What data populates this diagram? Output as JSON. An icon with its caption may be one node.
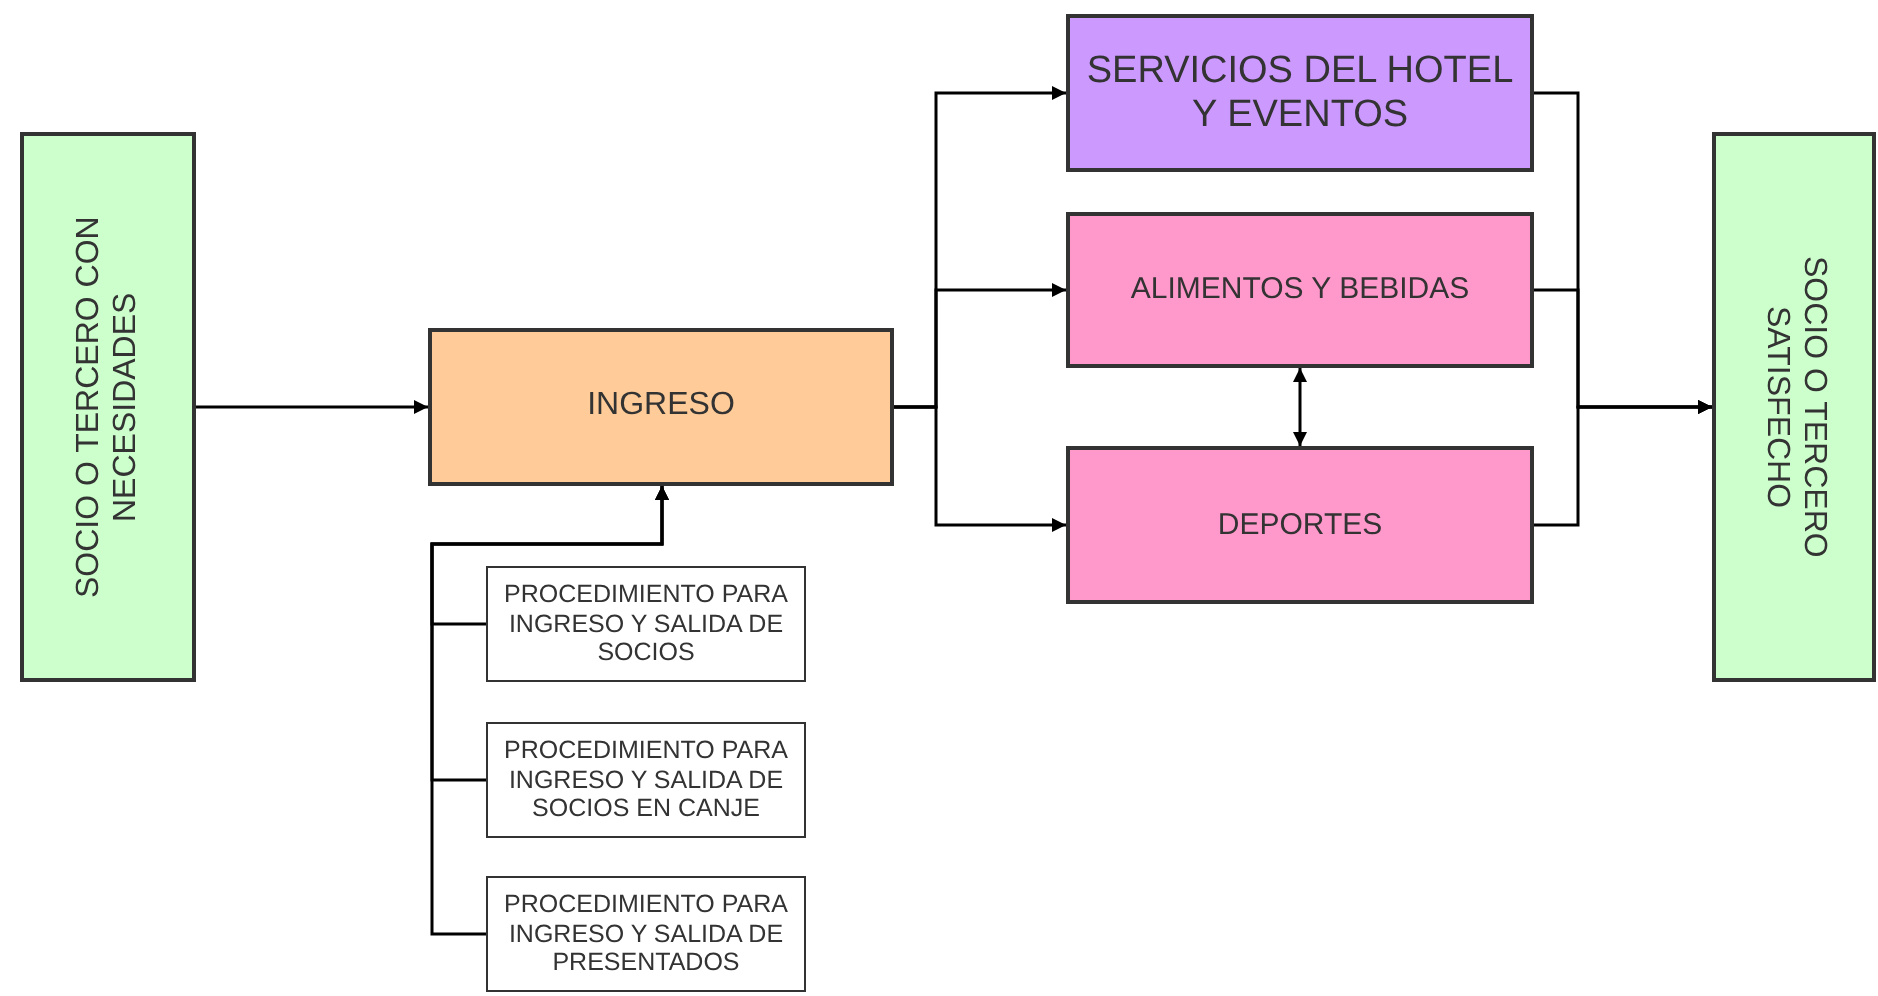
{
  "diagram": {
    "nodes": [
      {
        "text": [
          "SOCIO O TERCERO CON NECESIDADES"
        ]
      },
      {
        "text": [
          "INGRESO"
        ]
      },
      {
        "text": [
          "SERVICIOS DEL HOTEL Y EVENTOS"
        ]
      },
      {
        "text": [
          "ALIMENTOS Y BEBIDAS"
        ]
      },
      {
        "text": [
          "DEPORTES"
        ]
      },
      {
        "text": [
          "SOCIO O TERCERO SATISFECHO"
        ]
      },
      {
        "text": [
          "PROCEDIMIENTO PARA INGRESO Y SALIDA DE SOCIOS"
        ]
      },
      {
        "text": [
          "PROCEDIMIENTO PARA INGRESO Y SALIDA DE SOCIOS EN CANJE"
        ]
      },
      {
        "text": [
          "PROCEDIMIENTO PARA INGRESO Y SALIDA DE PRESENTADOS"
        ]
      }
    ],
    "edges": [
      {
        "from": 0,
        "to": 1,
        "arrow": "to"
      },
      {
        "from": 1,
        "to": 2,
        "arrow": "to"
      },
      {
        "from": 1,
        "to": 3,
        "arrow": "to"
      },
      {
        "from": 1,
        "to": 4,
        "arrow": "to"
      },
      {
        "from": 3,
        "to": 4,
        "arrow": "both"
      },
      {
        "from": 2,
        "to": 5,
        "arrow": "to"
      },
      {
        "from": 3,
        "to": 5,
        "arrow": "to"
      },
      {
        "from": 4,
        "to": 5,
        "arrow": "to"
      },
      {
        "from": 6,
        "to": 1,
        "arrow": "to"
      },
      {
        "from": 7,
        "to": 1,
        "arrow": "to"
      },
      {
        "from": 8,
        "to": 1,
        "arrow": "to"
      }
    ]
  }
}
